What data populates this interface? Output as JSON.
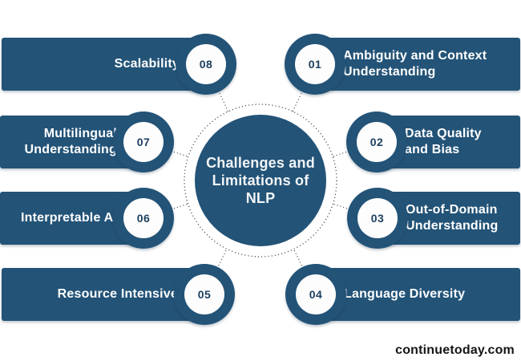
{
  "title": {
    "line1": "Challenges and",
    "line2": "Limitations of",
    "line3": "NLP"
  },
  "items": [
    {
      "number": "01",
      "label": "Ambiguity and Context Understanding"
    },
    {
      "number": "02",
      "label": "Data Quality and Bias"
    },
    {
      "number": "03",
      "label": "Out-of-Domain Understanding"
    },
    {
      "number": "04",
      "label": "Language Diversity"
    },
    {
      "number": "05",
      "label": "Resource Intensive"
    },
    {
      "number": "06",
      "label": "Interpretable AI"
    },
    {
      "number": "07",
      "label": "Multilingual Understanding"
    },
    {
      "number": "08",
      "label": "Scalability"
    }
  ],
  "watermark": "continuetoday.com",
  "colors": {
    "primary_blue": "#235377",
    "number_text": "#1d4060",
    "label_text": "#ffffff",
    "connector": "#3c3c3c",
    "watermark_text": "#151515",
    "background": "#ffffff"
  }
}
